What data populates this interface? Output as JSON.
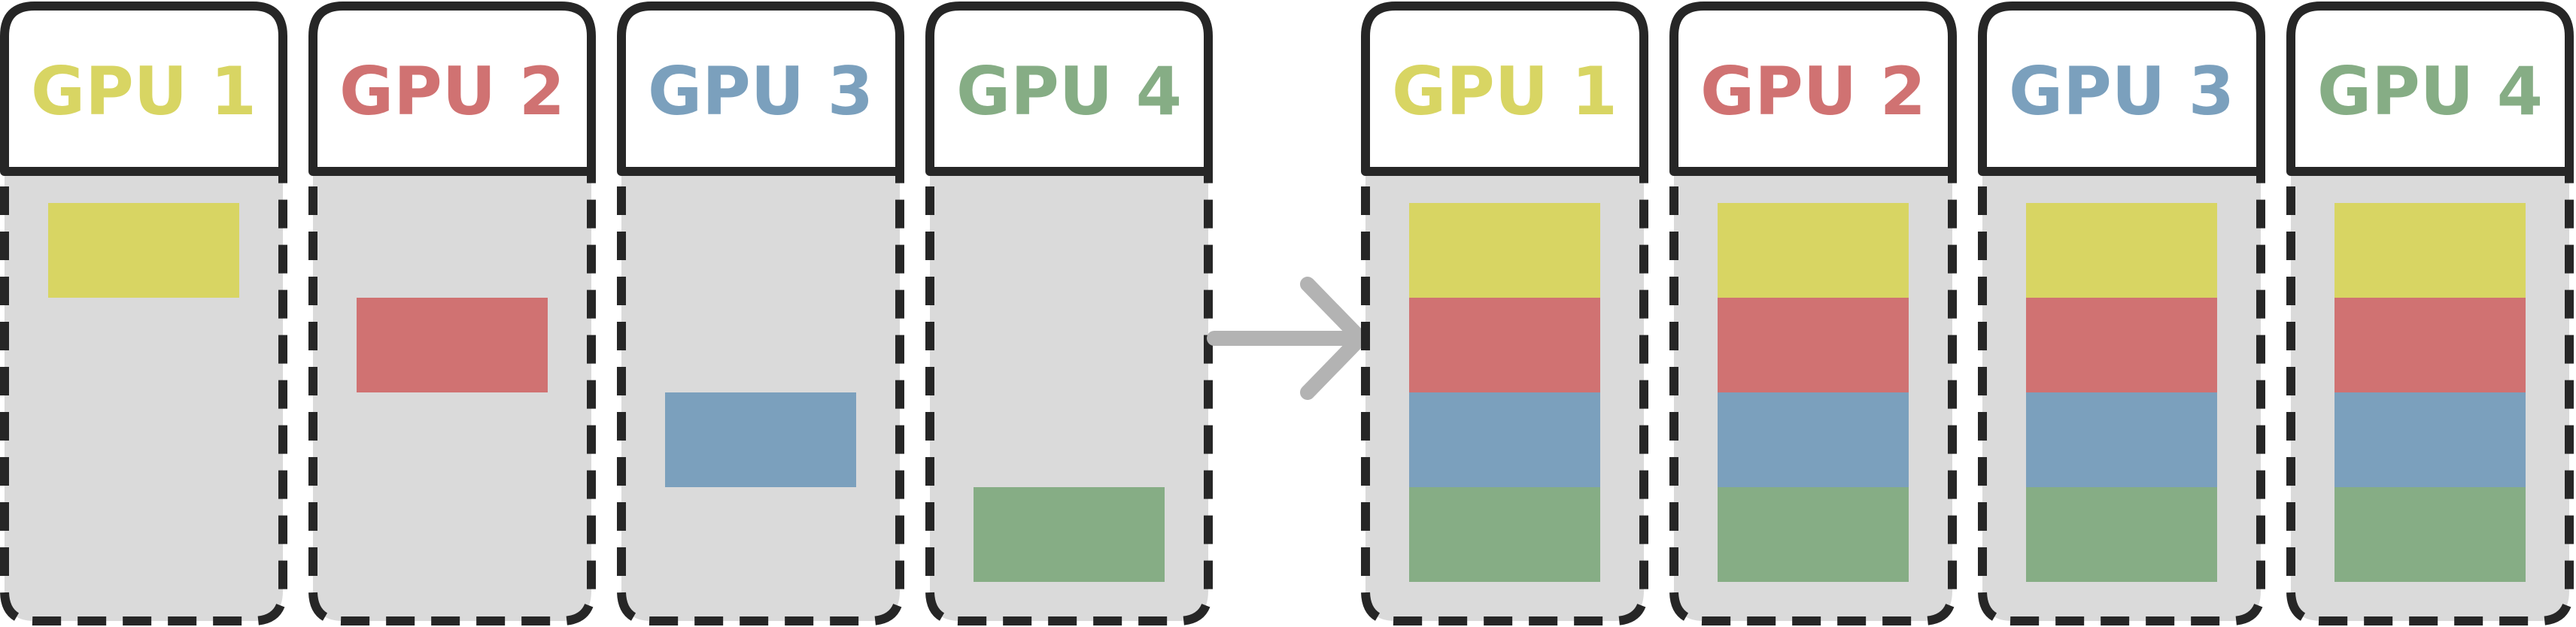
{
  "colors": {
    "gpu1": "#d8d563",
    "gpu2": "#d07272",
    "gpu3": "#7ba0bd",
    "gpu4": "#86ad85",
    "panel_fill": "#dadada",
    "outline": "#262626",
    "arrow": "#b3b3b3",
    "header_fill": "#ffffff"
  },
  "before": {
    "gpus": [
      {
        "label": "GPU 1",
        "color_key": "gpu1",
        "chunks": [
          "gpu1"
        ],
        "chunk_slot": 0
      },
      {
        "label": "GPU 2",
        "color_key": "gpu2",
        "chunks": [
          "gpu2"
        ],
        "chunk_slot": 1
      },
      {
        "label": "GPU 3",
        "color_key": "gpu3",
        "chunks": [
          "gpu3"
        ],
        "chunk_slot": 2
      },
      {
        "label": "GPU 4",
        "color_key": "gpu4",
        "chunks": [
          "gpu4"
        ],
        "chunk_slot": 3
      }
    ]
  },
  "after": {
    "gpus": [
      {
        "label": "GPU 1",
        "color_key": "gpu1",
        "chunks": [
          "gpu1",
          "gpu2",
          "gpu3",
          "gpu4"
        ]
      },
      {
        "label": "GPU 2",
        "color_key": "gpu2",
        "chunks": [
          "gpu1",
          "gpu2",
          "gpu3",
          "gpu4"
        ]
      },
      {
        "label": "GPU 3",
        "color_key": "gpu3",
        "chunks": [
          "gpu1",
          "gpu2",
          "gpu3",
          "gpu4"
        ]
      },
      {
        "label": "GPU 4",
        "color_key": "gpu4",
        "chunks": [
          "gpu1",
          "gpu2",
          "gpu3",
          "gpu4"
        ]
      }
    ]
  },
  "arrow_icon": "right-arrow-icon"
}
